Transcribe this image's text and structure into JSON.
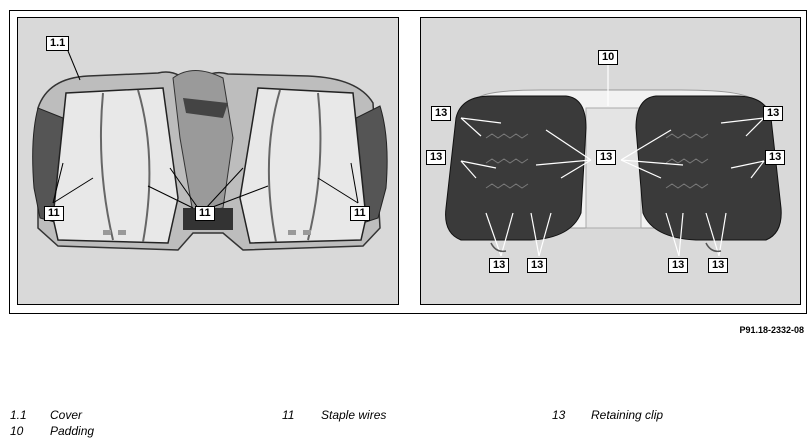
{
  "figure_code": "P91.18-2332-08",
  "callouts": {
    "cover": "1.1",
    "retaining_clip_label": "10",
    "staple_wires": "11",
    "retaining_clip": "13"
  },
  "legend": [
    {
      "number": "1.1",
      "text": "Cover"
    },
    {
      "number": "10",
      "text": "Padding"
    },
    {
      "number": "11",
      "text": "Staple wires"
    },
    {
      "number": "13",
      "text": "Retaining clip"
    }
  ]
}
